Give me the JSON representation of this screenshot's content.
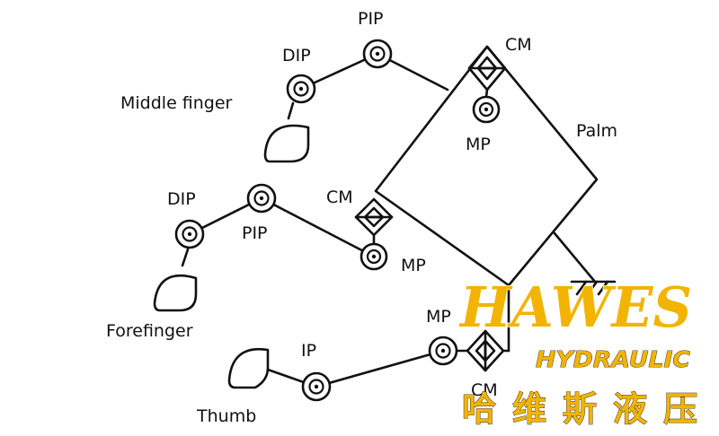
{
  "labels": {
    "pip_top": "PIP",
    "dip_top": "DIP",
    "cm_top": "CM",
    "middle_finger": "Middle finger",
    "mp_top": "MP",
    "palm": "Palm",
    "dip_left": "DIP",
    "pip_left": "PIP",
    "cm_left": "CM",
    "mp_left": "MP",
    "forefinger": "Forefinger",
    "mp_bottom": "MP",
    "ip": "IP",
    "thumb": "Thumb",
    "cm_bottom": "CM"
  },
  "watermark": {
    "brand": "HAWES",
    "sub": "HYDRAULIC",
    "chinese": "哈维斯液压",
    "color": "#f2b400"
  }
}
